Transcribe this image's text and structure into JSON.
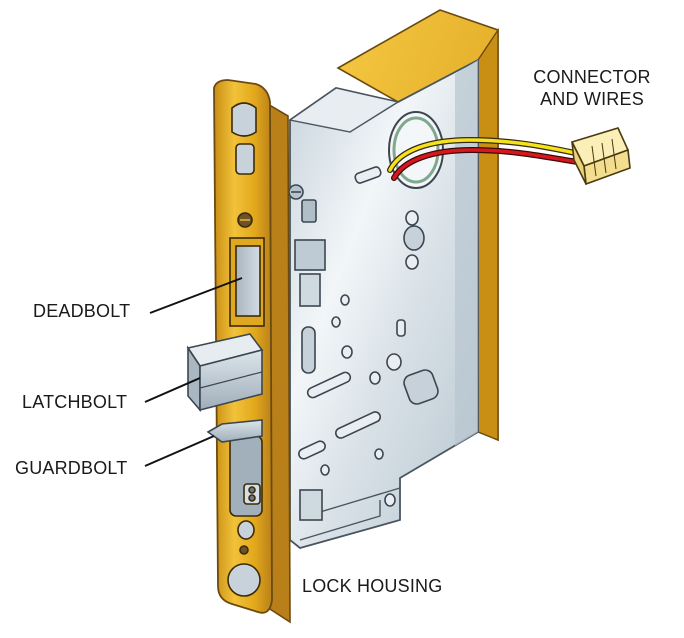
{
  "labels": {
    "connector": "CONNECTOR",
    "wires": "AND  WIRES",
    "deadbolt": "DEADBOLT",
    "latchbolt": "LATCHBOLT",
    "guardbolt": "GUARDBOLT",
    "housing": "LOCK HOUSING"
  },
  "colors": {
    "brass": "#E2A81C",
    "brass_dark": "#B9801A",
    "steel": "#D4DEE5",
    "steel_dark": "#8E9CA8",
    "wire_red": "#D8161B",
    "wire_yellow": "#F4E21C",
    "connector": "#FBEFB7"
  }
}
